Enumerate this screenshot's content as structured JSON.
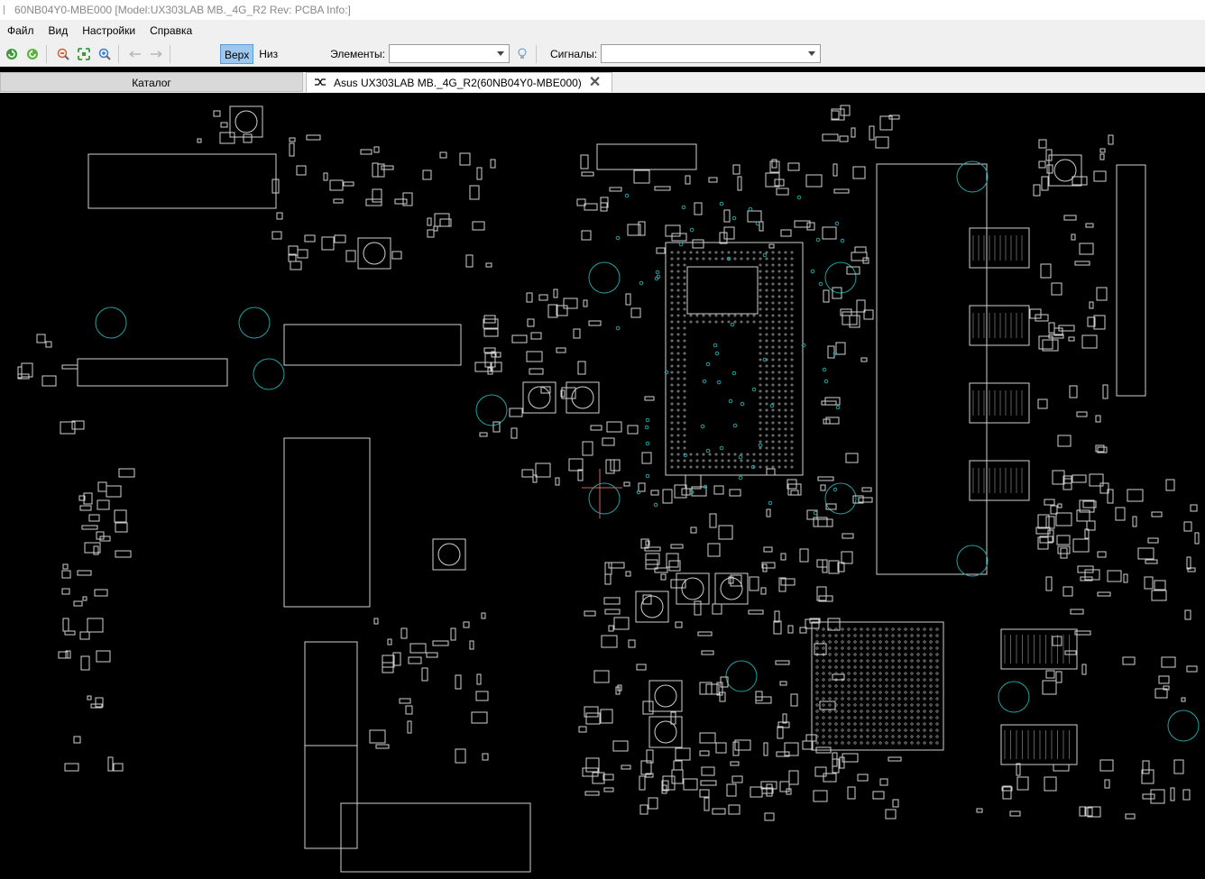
{
  "window": {
    "title": "60NB04Y0-MBE000 [Model:UX303LAB MB._4G_R2 Rev: PCBA Info:]"
  },
  "menu": {
    "items": [
      "Файл",
      "Вид",
      "Настройки",
      "Справка"
    ]
  },
  "toolbar": {
    "icons": [
      "refresh-icon",
      "redo-icon",
      "zoom-out-icon",
      "fit-icon",
      "zoom-in-icon",
      "back-icon",
      "forward-icon"
    ],
    "view_top": "Верх",
    "view_bottom": "Низ",
    "elements_label": "Элементы:",
    "elements_value": "",
    "signals_label": "Сигналы:",
    "signals_value": "",
    "active_view": "top"
  },
  "tabs": [
    {
      "label": "Каталог",
      "active": false
    },
    {
      "label": "Asus UX303LAB MB._4G_R2(60NB04Y0-MBE000)",
      "active": true
    }
  ],
  "colors": {
    "board_bg": "#000000",
    "outline": "#d0d0d0",
    "via": "#1fa3a3",
    "active_view": "#9cc7ef"
  }
}
